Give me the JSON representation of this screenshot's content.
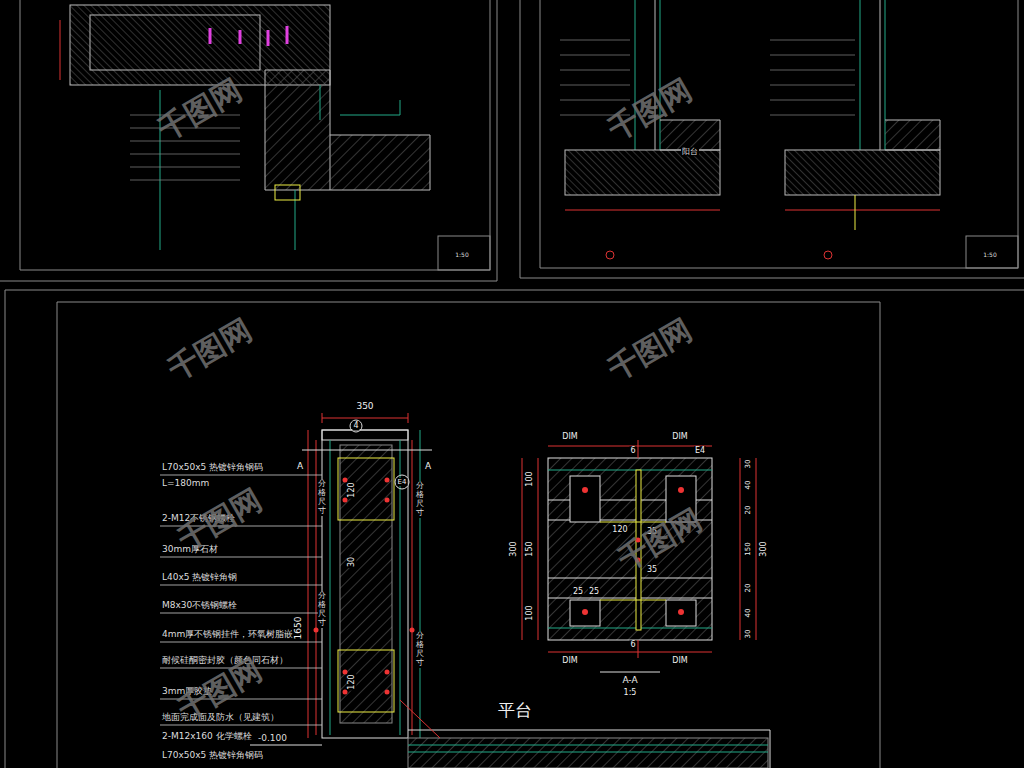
{
  "diagram": {
    "labels": [
      "L70x50x5 热镀锌角钢码",
      "L=180mm",
      "2-M12不锈钢螺栓",
      "30mm厚石材",
      "L40x5 热镀锌角钢",
      "M8x30不锈钢螺栓",
      "4mm厚不锈钢挂件，环氧树脂嵌固",
      "耐候硅酮密封胶（颜色同石材）",
      "3mm厚胶垫",
      "地面完成面及防水（见建筑）",
      "2-M12x160 化学螺栓",
      "L70x50x5 热镀锌角钢码",
      "-0.100",
      "350",
      "4",
      "A",
      "A",
      "E4",
      "1650",
      "分格尺寸",
      "分格尺寸",
      "分格尺寸",
      "分格尺寸",
      "120",
      "30",
      "120",
      "平台",
      "DIM",
      "DIM",
      "6",
      "E4",
      "100",
      "300",
      "150",
      "100",
      "30",
      "40",
      "20",
      "150",
      "20",
      "40",
      "30",
      "300",
      "120",
      "35",
      "35",
      "25",
      "25",
      "DIM",
      "DIM",
      "6",
      "A-A",
      "1:5",
      "阳台",
      "1:50",
      "1:50",
      "千图网",
      "千图网",
      "千图网",
      "千图网",
      "千图网",
      "千图网",
      "千图网"
    ]
  }
}
